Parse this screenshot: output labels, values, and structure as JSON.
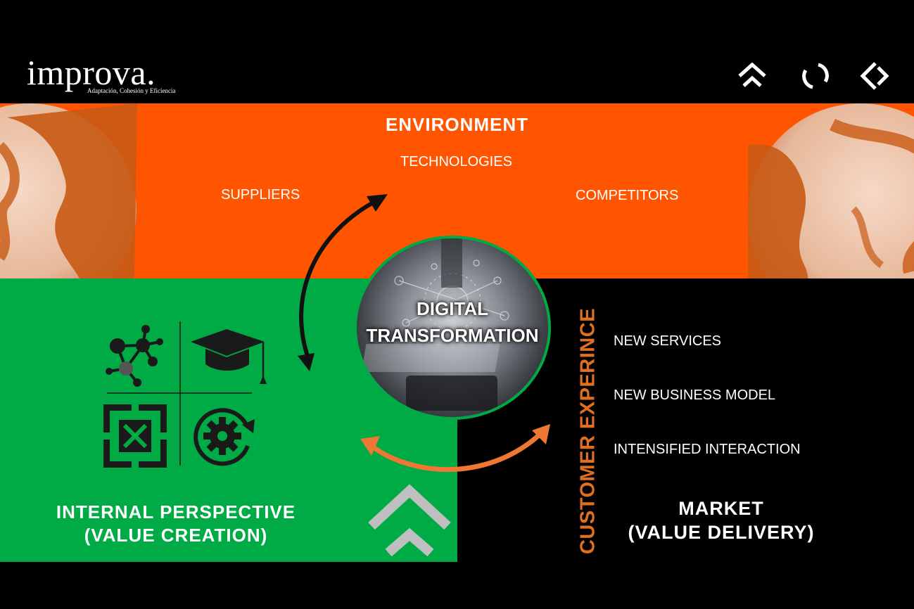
{
  "header": {
    "logo": "improva.",
    "tagline": "Adaptación, Cohesión y Eficiencia",
    "icons": [
      "double-chevron-up-icon",
      "circle-arrows-icon",
      "diamond-arrows-icon"
    ]
  },
  "environment": {
    "title": "ENVIRONMENT",
    "items": [
      "TECHNOLOGIES",
      "SUPPLIERS",
      "COMPETITORS"
    ]
  },
  "center": {
    "line1": "DIGITAL",
    "line2": "TRANSFORMATION"
  },
  "internal": {
    "line1": "INTERNAL PERSPECTIVE",
    "line2": "(VALUE CREATION)",
    "icons": [
      "network-icon",
      "graduation-cap-icon",
      "arrows-in-box-icon",
      "gear-cycle-icon"
    ]
  },
  "market": {
    "vertical_label": "CUSTOMER EXPERINCE",
    "items": [
      "NEW  SERVICES",
      "NEW BUSINESS MODEL",
      "INTENSIFIED INTERACTION"
    ],
    "line1": "MARKET",
    "line2": "(VALUE DELIVERY)"
  },
  "colors": {
    "orange": "#ff5500",
    "green": "#00aa45",
    "dark_orange": "#e07020",
    "black": "#000000",
    "white": "#ffffff"
  }
}
